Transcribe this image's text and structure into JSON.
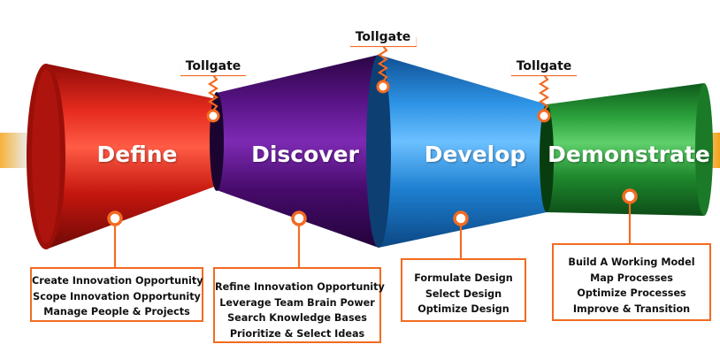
{
  "stages": [
    {
      "id": "define",
      "label": "Define",
      "items": [
        "Create Innovation Opportunity",
        "Scope Innovation Opportunity",
        "Manage People & Projects"
      ]
    },
    {
      "id": "discover",
      "label": "Discover",
      "items": [
        "Refine Innovation Opportunity",
        "Leverage Team Brain Power",
        "Search Knowledge Bases",
        "Prioritize & Select Ideas"
      ]
    },
    {
      "id": "develop",
      "label": "Develop",
      "items": [
        "Formulate Design",
        "Select Design",
        "Optimize Design"
      ]
    },
    {
      "id": "demonstrate",
      "label": "Demonstrate",
      "items": [
        "Build A Working Model",
        "Map Processes",
        "Optimize Processes",
        "Improve & Transition"
      ]
    }
  ],
  "tollgates": [
    {
      "label": "Tollgate"
    },
    {
      "label": "Tollgate"
    },
    {
      "label": "Tollgate"
    }
  ],
  "colors": {
    "define": "#c8160f",
    "discover": "#4a0a6e",
    "develop": "#1d7fd0",
    "demonstrate": "#1f8a2e",
    "accent": "#f26b21",
    "axis_band": "#e6ecef"
  }
}
